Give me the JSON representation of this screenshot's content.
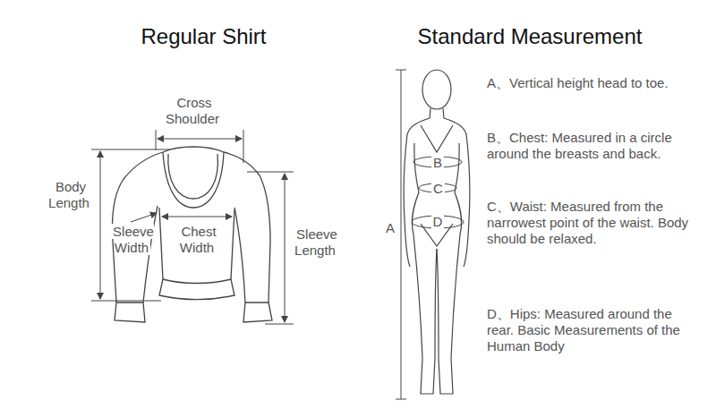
{
  "diagram": {
    "labels": [
      "Regular Shirt",
      "Standard Measurement",
      "Cross Shoulder",
      "Body Length",
      "Sleeve Width",
      "Chest Width",
      "Sleeve Length",
      "A",
      "B",
      "C",
      "D",
      "A、Vertical height head to toe.",
      "B、Chest: Measured in a circle around the breasts and back.",
      "C、Waist: Measured from the narrowest point of the waist. Body should be relaxed.",
      "D、Hips: Measured around the rear. Basic Measurements of the Human Body"
    ]
  }
}
